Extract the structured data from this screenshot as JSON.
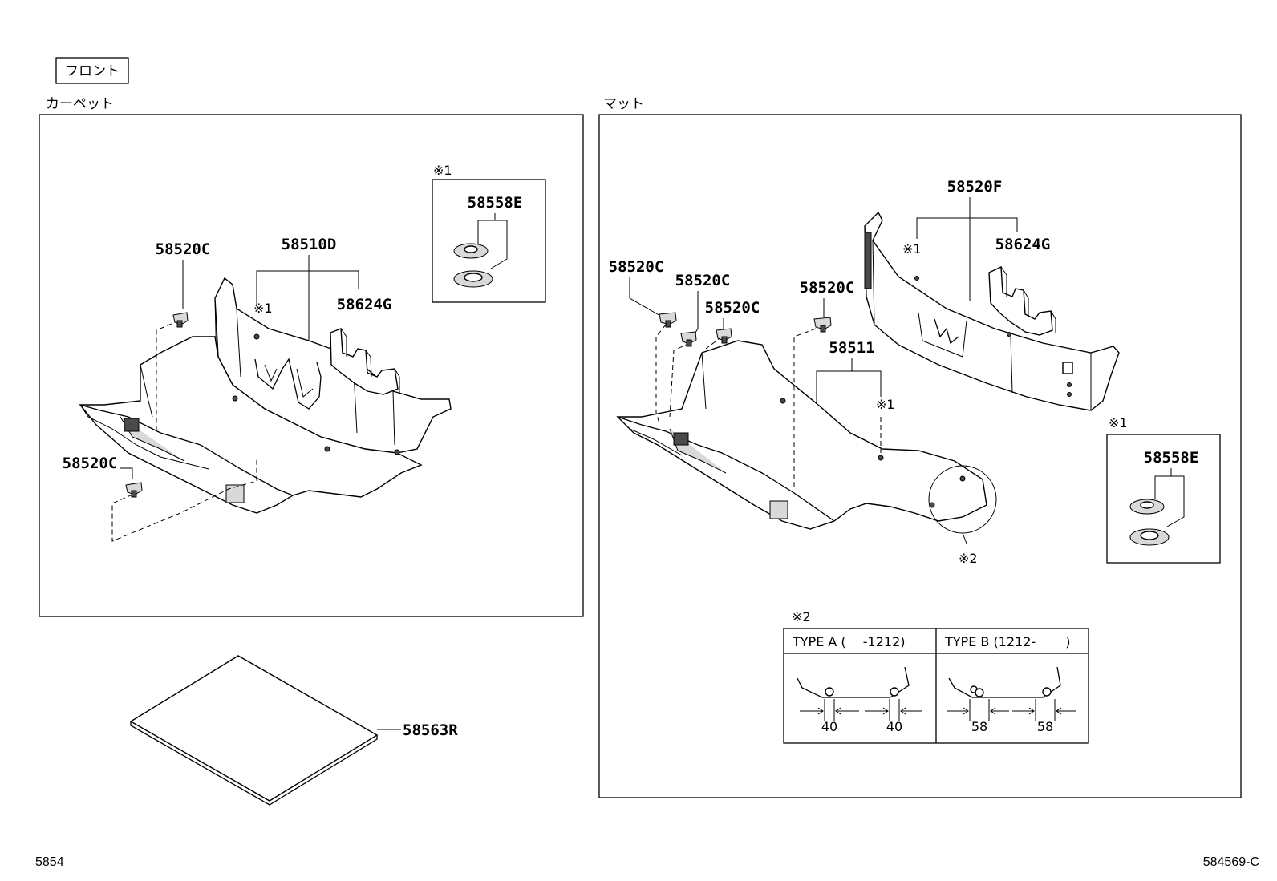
{
  "front_badge": "フロント",
  "carpet_title": "カーペット",
  "mat_title": "マット",
  "note_mark_1": "※1",
  "note_mark_2": "※2",
  "labels": {
    "p58520C": "58520C",
    "p58510D": "58510D",
    "p58624G": "58624G",
    "p58558E": "58558E",
    "p58563R": "58563R",
    "p58520F": "58520F",
    "p58511": "58511"
  },
  "type_table": {
    "type_a": "TYPE A (　 -1212)",
    "type_b": "TYPE B (1212-　　 )",
    "dim_a": "40",
    "dim_b": "58"
  },
  "page_left": "5854",
  "page_right": "584569-C"
}
